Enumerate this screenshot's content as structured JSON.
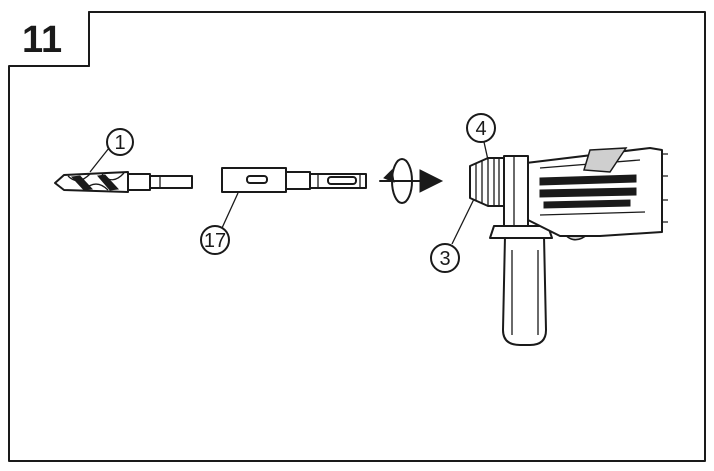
{
  "figure": {
    "step_number": "11",
    "callouts": [
      {
        "id": "drill-bit",
        "label": "1"
      },
      {
        "id": "adapter",
        "label": "17"
      },
      {
        "id": "chuck-sleeve",
        "label": "3"
      },
      {
        "id": "chuck-ring",
        "label": "4"
      }
    ],
    "icons": {
      "rotate": "rotate-arrow-icon",
      "insert": "insert-arrow-icon"
    },
    "colors": {
      "line": "#1a1a1a",
      "background": "#ffffff"
    }
  }
}
